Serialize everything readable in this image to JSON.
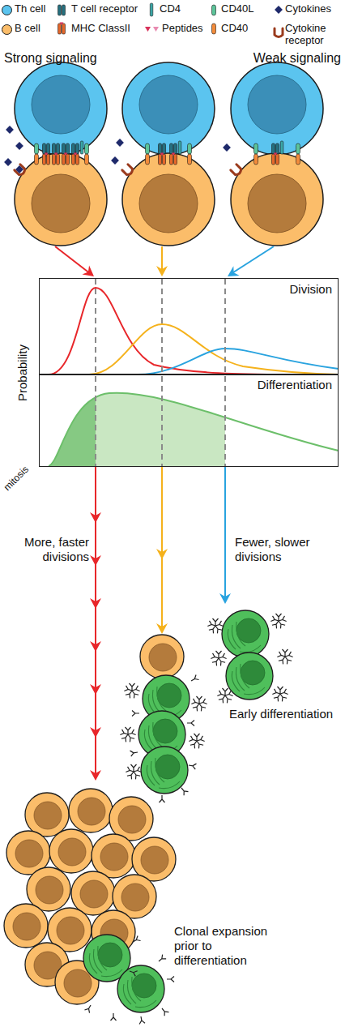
{
  "diagram": {
    "nodes": [
      {
        "text": [
          "Division"
        ]
      },
      {
        "text": [
          "Differentiation"
        ]
      }
    ],
    "labels": [
      "Strong signaling",
      "Weak signaling",
      "Probability",
      "mitosis",
      "More, faster divisions",
      "Fewer, slower divisions",
      "Early differentiation",
      "Clonal expansion prior to differentiation"
    ],
    "legend": [
      {
        "text": "Th cell",
        "color": "#5bc4ef"
      },
      {
        "text": "T cell receptor"
      },
      {
        "text": "CD4"
      },
      {
        "text": "CD40L"
      },
      {
        "text": "Cytokines"
      },
      {
        "text": "B cell",
        "color": "#fbbd6a"
      },
      {
        "text": "MHC ClassII"
      },
      {
        "text": "Peptides"
      },
      {
        "text": "CD40"
      },
      {
        "text": "Cytokine receptor"
      }
    ]
  }
}
